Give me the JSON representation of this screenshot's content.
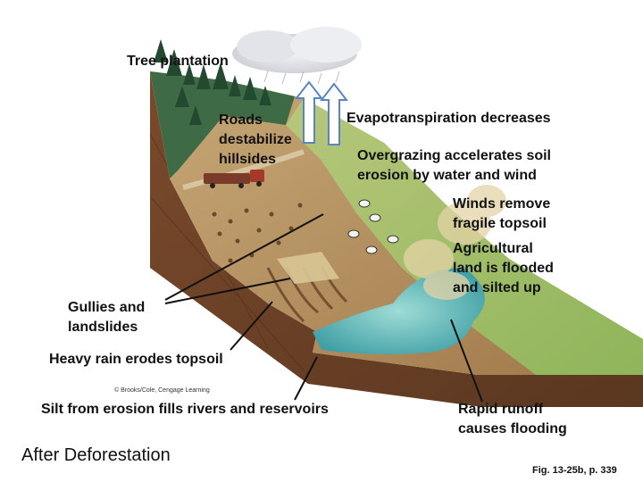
{
  "labels": {
    "tree_plantation": "Tree plantation",
    "roads": "Roads\ndestabilize\nhillsides",
    "evapotranspiration": "Evapotranspiration decreases",
    "overgrazing": "Overgrazing accelerates soil\nerosion by water and wind",
    "winds": "Winds remove\nfragile topsoil",
    "agricultural": "Agricultural\nland is flooded\nand silted up",
    "gullies": "Gullies and\nlandslides",
    "heavy_rain": "Heavy rain erodes topsoil",
    "silt": "Silt from erosion fills rivers and reservoirs",
    "rapid_runoff": "Rapid runoff\ncauses flooding"
  },
  "copyright": "© Brooks/Cole, Cengage Learning",
  "title": "After Deforestation",
  "figure_ref": "Fig. 13-25b, p. 339",
  "colors": {
    "soil_front": "#8a5a36",
    "soil_dark": "#5e3a20",
    "grass": "#8fb55a",
    "water": "#5fb8b8",
    "forest": "#2f5a3a",
    "cloud": "#d9dbe0"
  }
}
